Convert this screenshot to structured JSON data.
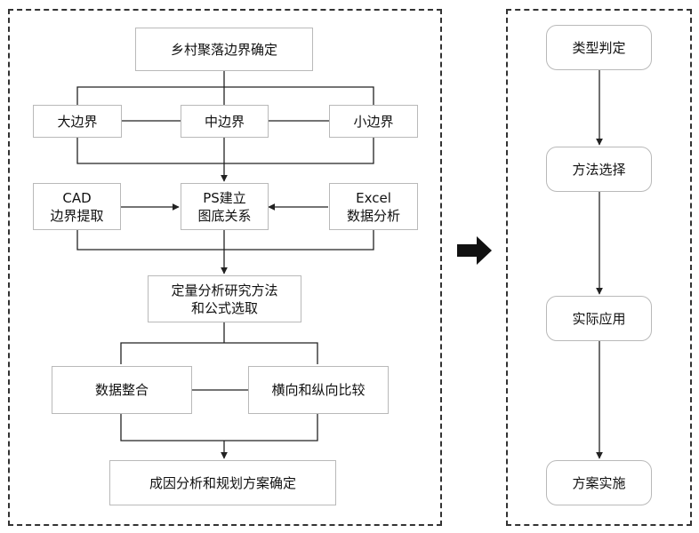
{
  "left": {
    "top": "乡村聚落边界确定",
    "scale": [
      "大边界",
      "中边界",
      "小边界"
    ],
    "tools": [
      "CAD\n边界提取",
      "PS建立\n图底关系",
      "Excel\n数据分析"
    ],
    "method": "定量分析研究方法\n和公式选取",
    "analysis": [
      "数据整合",
      "横向和纵向比较"
    ],
    "result": "成因分析和规划方案确定"
  },
  "right": {
    "steps": [
      "类型判定",
      "方法选择",
      "实际应用",
      "方案实施"
    ]
  }
}
